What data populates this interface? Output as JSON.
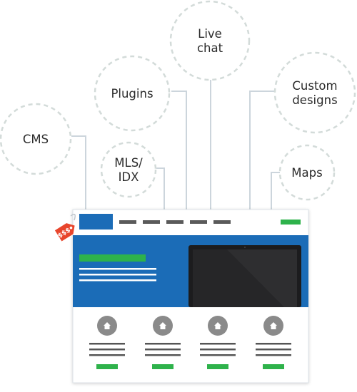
{
  "bubbles": [
    {
      "id": "cms",
      "lines": [
        "CMS"
      ]
    },
    {
      "id": "plugins",
      "lines": [
        "Plugins"
      ]
    },
    {
      "id": "mls-idx",
      "lines": [
        "MLS/",
        "IDX"
      ]
    },
    {
      "id": "live-chat",
      "lines": [
        "Live",
        "chat"
      ]
    },
    {
      "id": "custom-designs",
      "lines": [
        "Custom",
        "designs"
      ]
    },
    {
      "id": "maps",
      "lines": [
        "Maps"
      ]
    }
  ],
  "price_tag": {
    "label": "$$$"
  },
  "colors": {
    "bubble_border": "#d3dbd9",
    "connector": "#ccd5dc",
    "hero_blue": "#1b6cb7",
    "logo_blue": "#1b6cb7",
    "accent_green": "#2eb24b",
    "nav_gray": "#5a5a5a",
    "tag_red": "#e8452c",
    "screen_dark": "#1c1c1e",
    "icon_gray": "#8a8a8a",
    "card_line": "#555555"
  },
  "icons": {
    "house": "house-icon",
    "tag": "price-tag-icon"
  }
}
